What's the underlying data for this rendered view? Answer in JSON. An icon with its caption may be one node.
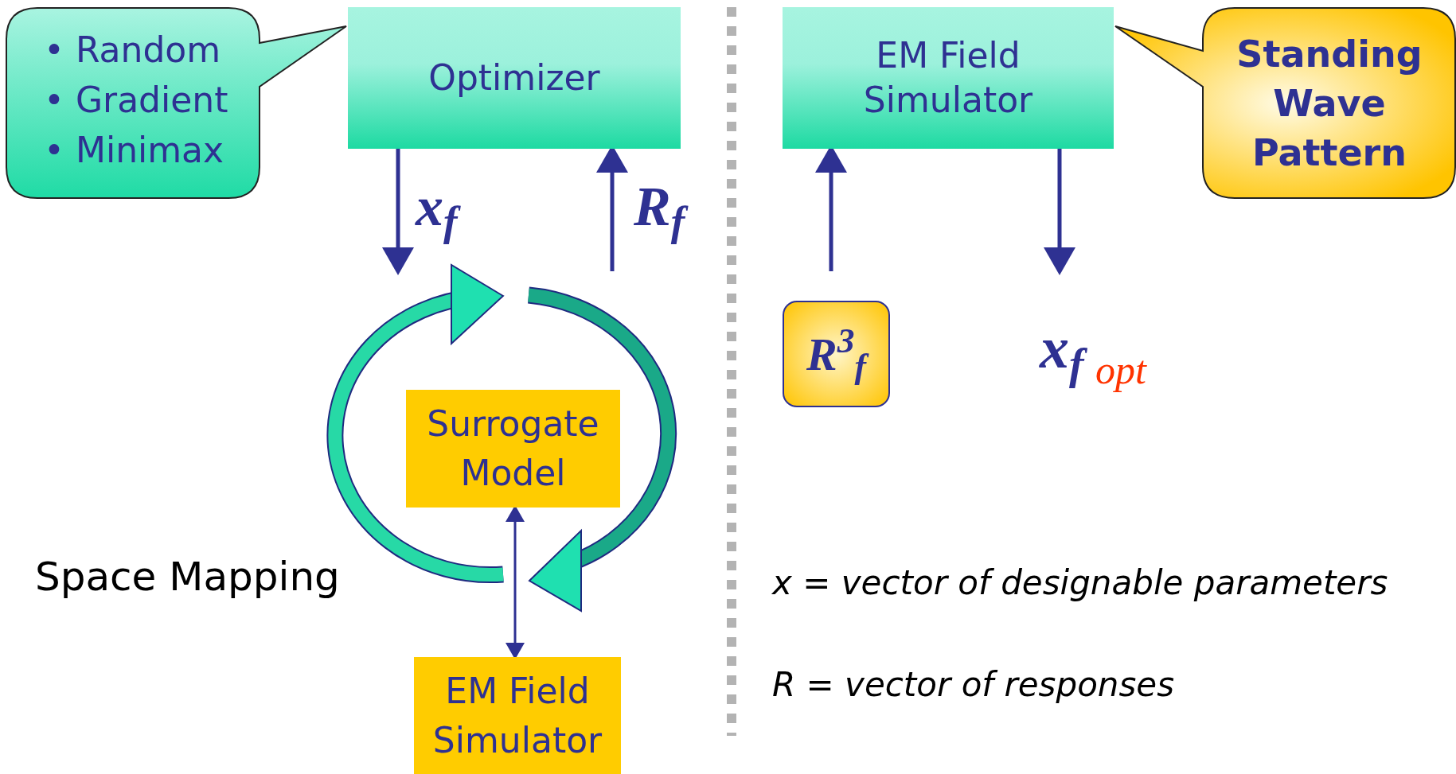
{
  "diagram": {
    "nodes": [
      {
        "text": [
          "• Random",
          "• Gradient",
          "• Minimax"
        ]
      },
      {
        "text": [
          "Optimizer"
        ]
      },
      {
        "text": [
          "Surrogate Model"
        ]
      },
      {
        "text": [
          "EM Field Simulator"
        ]
      },
      {
        "text": [
          "EM Field Simulator"
        ]
      },
      {
        "text": [
          "Standing Wave Pattern"
        ]
      },
      {
        "text": [
          "R$^{3}$$_{f}$"
        ]
      }
    ],
    "edges": [
      {
        "from": 1,
        "to": null,
        "arrow": "to",
        "label": "x$_{f}$"
      },
      {
        "from": null,
        "to": 1,
        "arrow": "to",
        "label": "R$_{f}$"
      },
      {
        "from": 2,
        "to": 3,
        "arrow": "both"
      },
      {
        "from": null,
        "to": 4,
        "arrow": "to"
      },
      {
        "from": 4,
        "to": null,
        "arrow": "to"
      }
    ],
    "labels": [
      "Space Mapping",
      "x$_{f}$",
      "opt",
      "x = vector of designable parameters",
      "R = vector of responses"
    ]
  }
}
